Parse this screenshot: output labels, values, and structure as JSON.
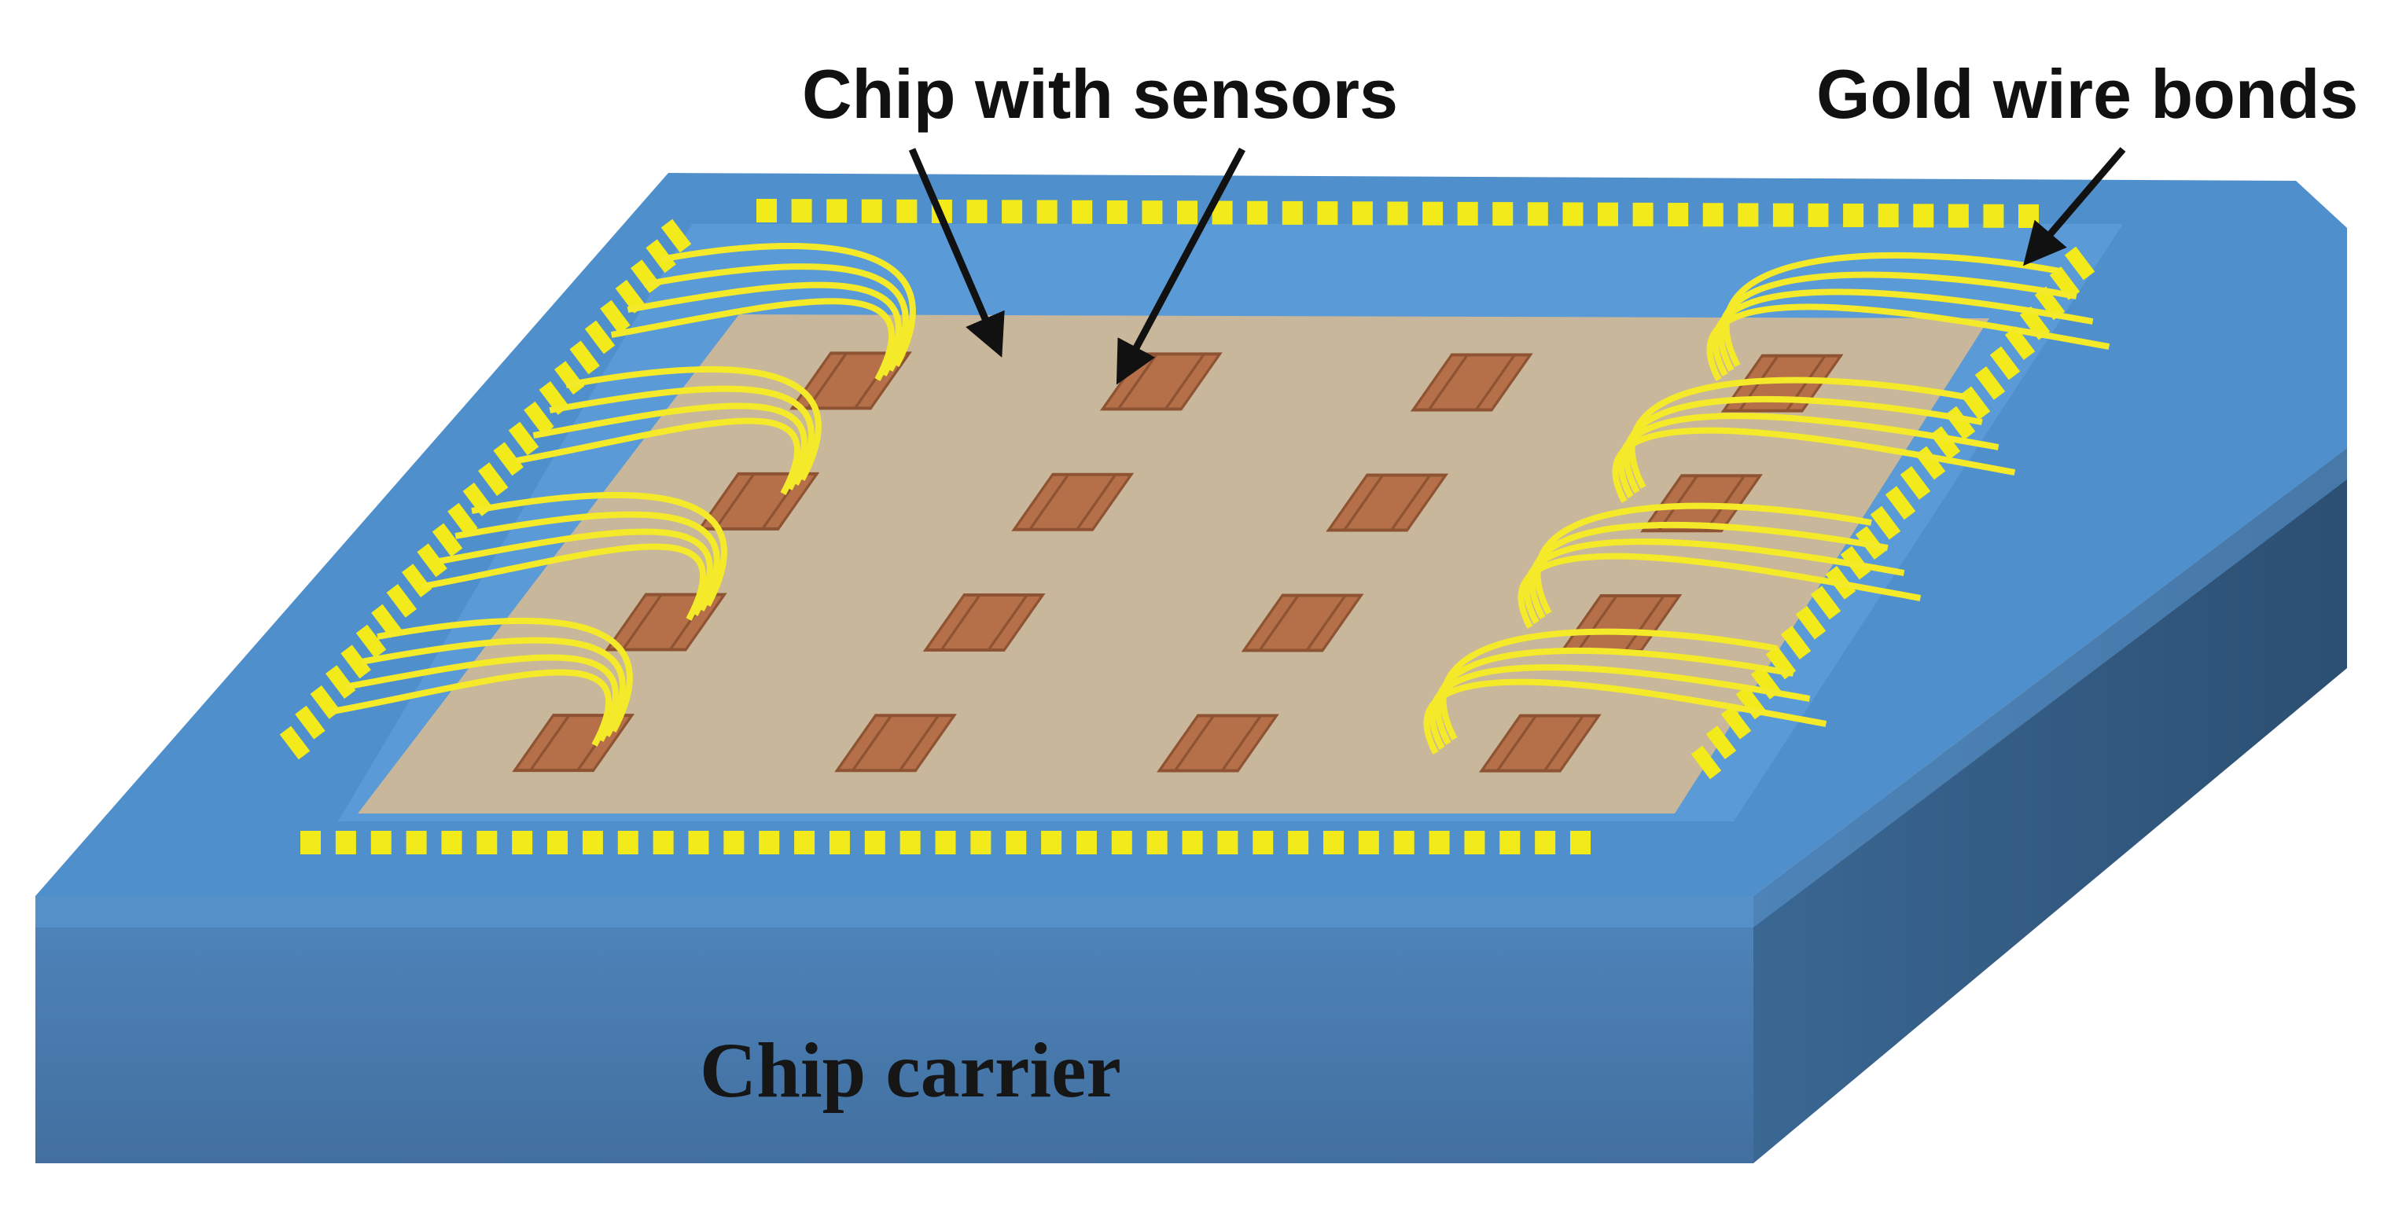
{
  "labels": {
    "chip": "Chip with sensors",
    "wires": "Gold wire bonds",
    "carrier": "Chip carrier"
  },
  "colors": {
    "background": "#ffffff",
    "carrier_top": "#4f8fcb",
    "carrier_front": "#4779ad",
    "carrier_side": "#345c85",
    "carrier_recess": "#5a9ad6",
    "chip": "#c8b79a",
    "sensor": "#b5704a",
    "bond_pad": "#f2ea1a",
    "wire": "#f4ea2a",
    "arrow": "#111111",
    "text": "#111111"
  },
  "sensors": {
    "rows": 4,
    "columns": 4
  }
}
